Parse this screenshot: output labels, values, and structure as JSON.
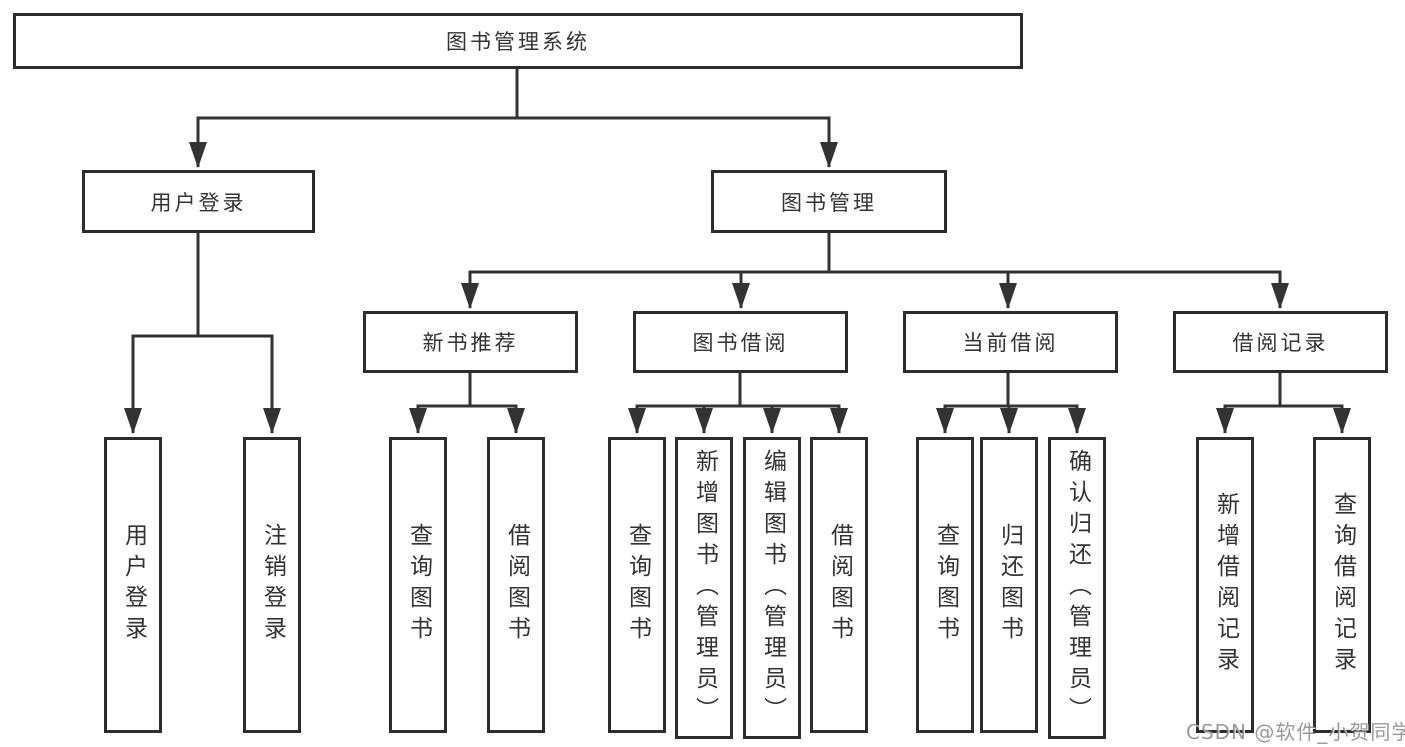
{
  "diagram_type": "hierarchy-tree",
  "tree": {
    "label": "图书管理系统",
    "children": [
      {
        "label": "用户登录",
        "children": [
          {
            "label": "用户登录"
          },
          {
            "label": "注销登录"
          }
        ]
      },
      {
        "label": "图书管理",
        "children": [
          {
            "label": "新书推荐",
            "children": [
              {
                "label": "查询图书"
              },
              {
                "label": "借阅图书"
              }
            ]
          },
          {
            "label": "图书借阅",
            "children": [
              {
                "label": "查询图书"
              },
              {
                "label": "新增图书（管理员）"
              },
              {
                "label": "编辑图书（管理员）"
              },
              {
                "label": "借阅图书"
              }
            ]
          },
          {
            "label": "当前借阅",
            "children": [
              {
                "label": "查询图书"
              },
              {
                "label": "归还图书"
              },
              {
                "label": "确认归还（管理员）"
              }
            ]
          },
          {
            "label": "借阅记录",
            "children": [
              {
                "label": "新增借阅记录"
              },
              {
                "label": "查询借阅记录"
              }
            ]
          }
        ]
      }
    ]
  },
  "watermark": {
    "text": "CSDN @软件_小贺同学"
  },
  "colors": {
    "line": "#333333",
    "border": "#2d2d2d",
    "text": "#333333",
    "background": "#ffffff",
    "watermark": "#7d7d7d"
  }
}
